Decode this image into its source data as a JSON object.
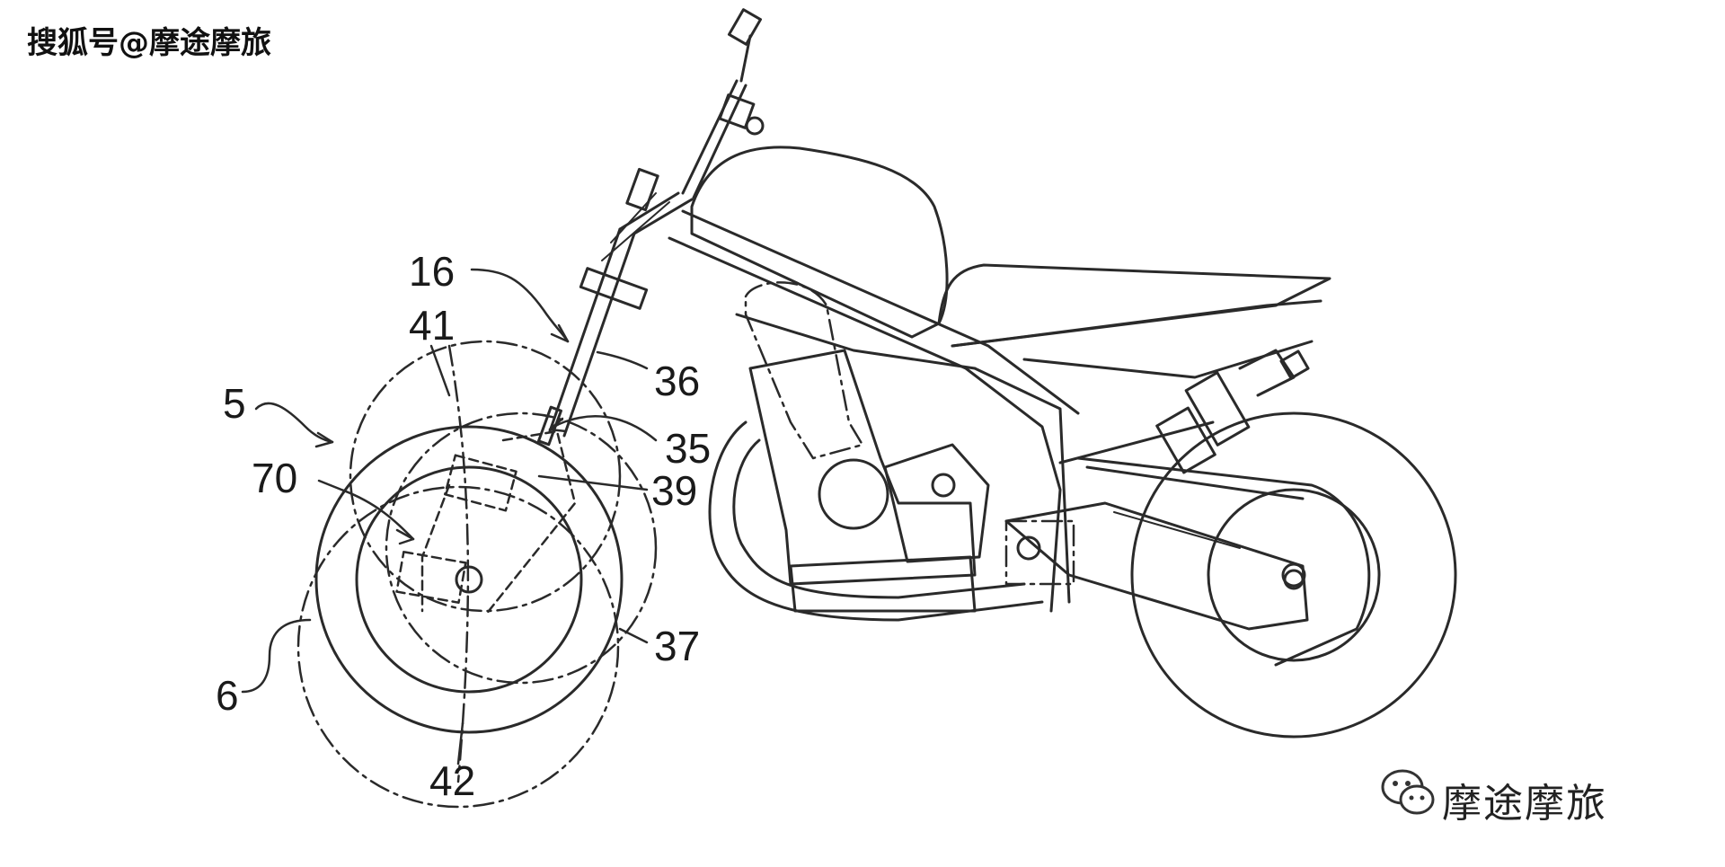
{
  "watermark_top": "搜狐号@摩途摩旅",
  "watermark_bottom": "摩途摩旅",
  "watermark_logo_icon": "wechat-logo-icon",
  "labels": {
    "l16": "16",
    "l41": "41",
    "l5": "5",
    "l70": "70",
    "l36": "36",
    "l35": "35",
    "l39": "39",
    "l37": "37",
    "l6": "6",
    "l42": "42"
  },
  "colors": {
    "line": "#2a2a2a",
    "background": "#ffffff"
  }
}
